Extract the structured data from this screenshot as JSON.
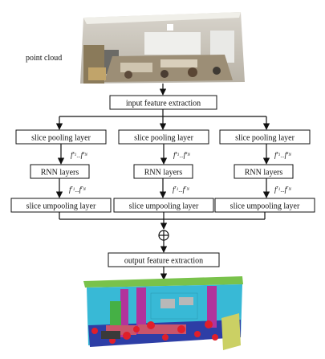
{
  "labels": {
    "point_cloud": "point cloud",
    "input_extraction": "input feature extraction",
    "slice_pooling": "slice pooling layer",
    "rnn": "RNN layers",
    "slice_unpooling": "slice umpooling layer",
    "output_extraction": "output feature extraction"
  },
  "formulas": {
    "s": {
      "base": "f",
      "sup1": "s",
      "sub1": "1",
      "mid": "...",
      "sup2": "s",
      "sub2": "N"
    },
    "r": {
      "base": "f",
      "sup1": "r",
      "sub1": "1",
      "mid": "...",
      "sup2": "r",
      "sub2": "N"
    }
  },
  "branches": [
    "left",
    "middle",
    "right"
  ],
  "merge_symbol": "⊕",
  "colors": {
    "line": "#111111",
    "seg_floor": "#2d3ea6",
    "seg_wall": "#38b9d6",
    "seg_ceiling": "#79c24b",
    "seg_column": "#b2339c",
    "seg_chair": "#e01f2a",
    "seg_table": "#c9546a",
    "seg_board": "#b8b8b8",
    "seg_bookcase": "#cbd064",
    "seg_door": "#45b045"
  }
}
